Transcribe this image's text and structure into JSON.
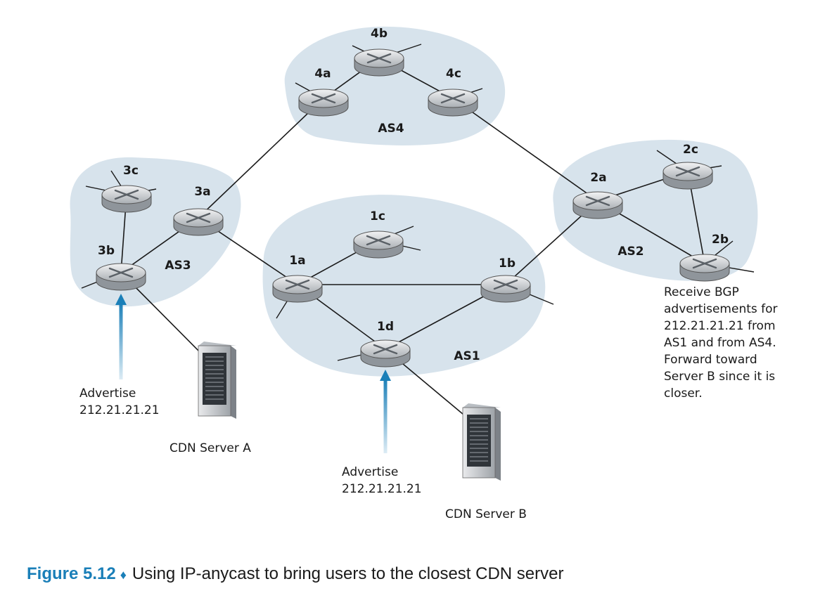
{
  "figure": {
    "number": "Figure 5.12",
    "caption": "Using IP-anycast to bring users to the closest CDN server"
  },
  "autonomous_systems": [
    {
      "id": "AS1",
      "label": "AS1"
    },
    {
      "id": "AS2",
      "label": "AS2"
    },
    {
      "id": "AS3",
      "label": "AS3"
    },
    {
      "id": "AS4",
      "label": "AS4"
    }
  ],
  "routers": [
    {
      "id": "1a",
      "label": "1a"
    },
    {
      "id": "1b",
      "label": "1b"
    },
    {
      "id": "1c",
      "label": "1c"
    },
    {
      "id": "1d",
      "label": "1d"
    },
    {
      "id": "2a",
      "label": "2a"
    },
    {
      "id": "2b",
      "label": "2b"
    },
    {
      "id": "2c",
      "label": "2c"
    },
    {
      "id": "3a",
      "label": "3a"
    },
    {
      "id": "3b",
      "label": "3b"
    },
    {
      "id": "3c",
      "label": "3c"
    },
    {
      "id": "4a",
      "label": "4a"
    },
    {
      "id": "4b",
      "label": "4b"
    },
    {
      "id": "4c",
      "label": "4c"
    }
  ],
  "links": [
    [
      "4a",
      "4b"
    ],
    [
      "4b",
      "4c"
    ],
    [
      "4a",
      "3a"
    ],
    [
      "4c",
      "2a"
    ],
    [
      "3c",
      "3b"
    ],
    [
      "3a",
      "3b"
    ],
    [
      "3a",
      "1a"
    ],
    [
      "1a",
      "1c"
    ],
    [
      "1a",
      "1b"
    ],
    [
      "1a",
      "1d"
    ],
    [
      "1d",
      "1b"
    ],
    [
      "1b",
      "2a"
    ],
    [
      "2a",
      "2c"
    ],
    [
      "2a",
      "2b"
    ],
    [
      "2c",
      "2b"
    ]
  ],
  "servers": [
    {
      "id": "server-a",
      "label": "CDN Server A",
      "attached_to": "3b"
    },
    {
      "id": "server-b",
      "label": "CDN Server B",
      "attached_to": "1d"
    }
  ],
  "advertisements": [
    {
      "id": "adv-a",
      "lines": [
        "Advertise",
        "212.21.21.21"
      ],
      "target": "3b"
    },
    {
      "id": "adv-b",
      "lines": [
        "Advertise",
        "212.21.21.21"
      ],
      "target": "1d"
    }
  ],
  "note_2b": {
    "lines": [
      "Receive BGP",
      "advertisements for",
      "212.21.21.21 from",
      "AS1 and from AS4.",
      "Forward toward",
      "Server B since it is",
      "closer."
    ]
  },
  "colors": {
    "as_cloud": "#d7e3ec",
    "arrow": "#1a7fb8",
    "router_fill": "#c9cdd1",
    "link": "#1a1a1a"
  }
}
